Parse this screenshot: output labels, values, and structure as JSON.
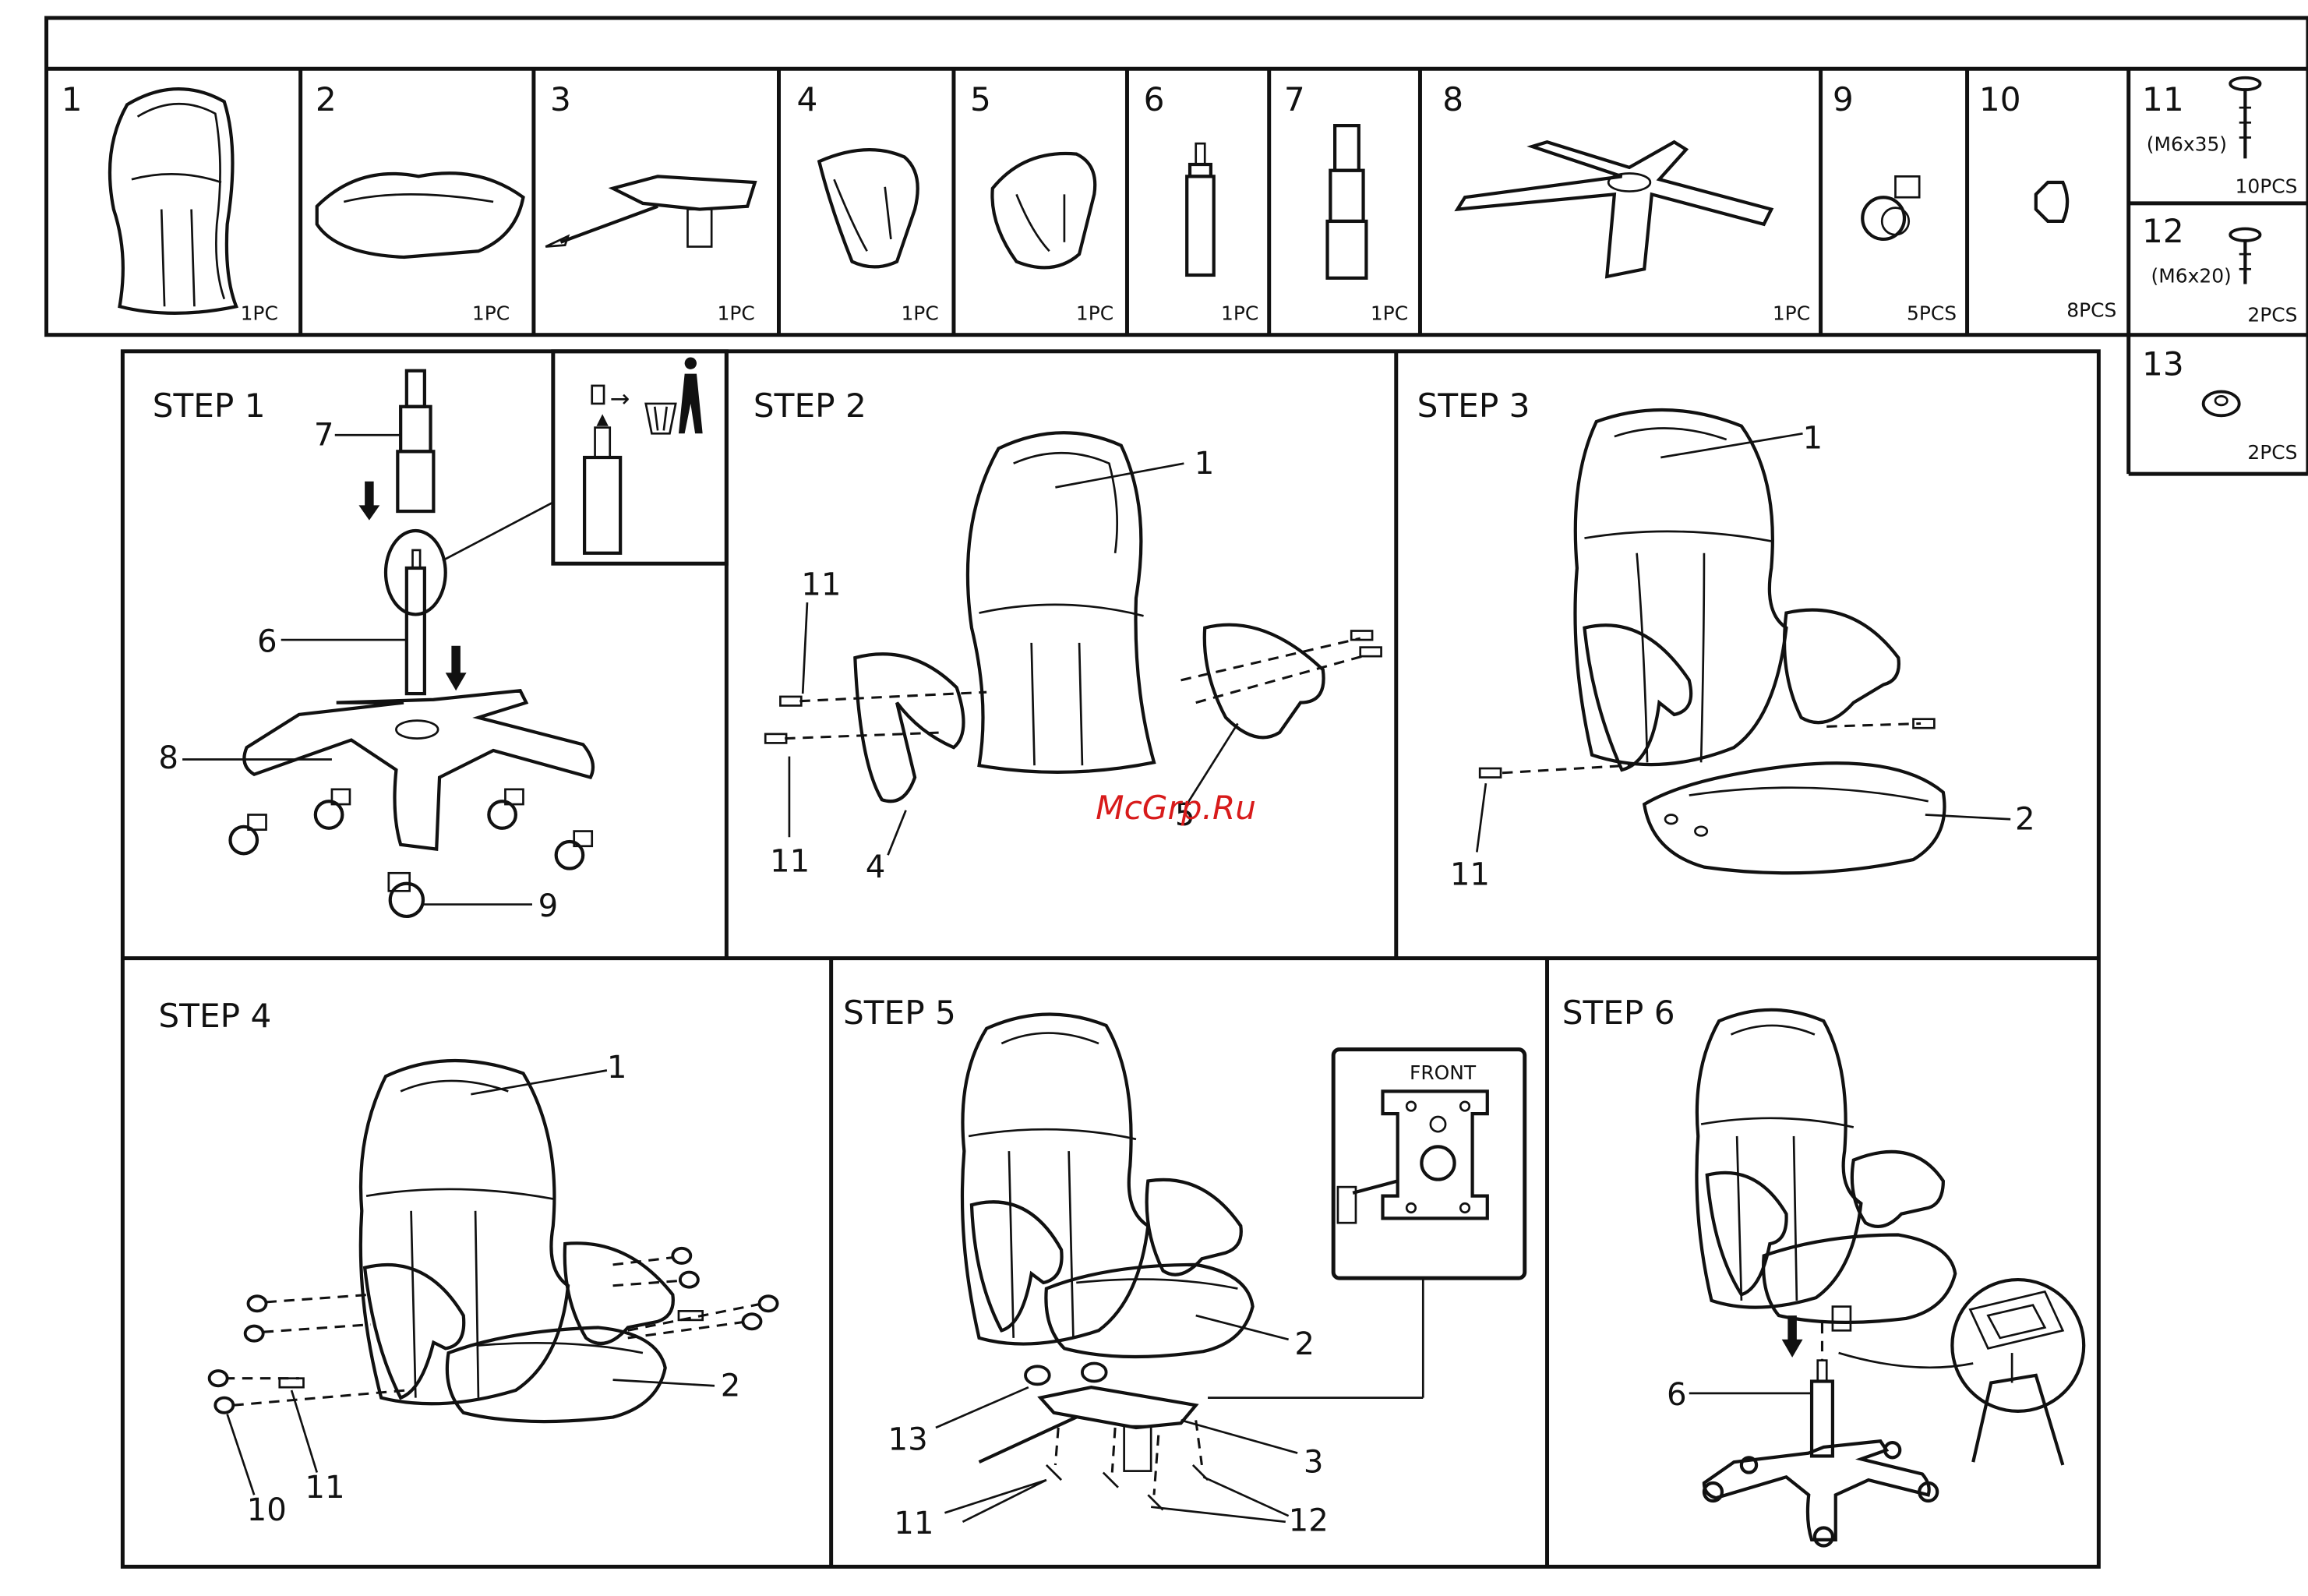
{
  "parts": [
    {
      "number": "1",
      "quantity": "1PC",
      "icon": "backrest-icon"
    },
    {
      "number": "2",
      "quantity": "1PC",
      "icon": "seat-cushion-icon"
    },
    {
      "number": "3",
      "quantity": "1PC",
      "icon": "mechanism-icon"
    },
    {
      "number": "4",
      "quantity": "1PC",
      "icon": "left-armrest-icon"
    },
    {
      "number": "5",
      "quantity": "1PC",
      "icon": "right-armrest-icon"
    },
    {
      "number": "6",
      "quantity": "1PC",
      "icon": "gas-cylinder-small-icon"
    },
    {
      "number": "7",
      "quantity": "1PC",
      "icon": "gas-cylinder-icon"
    },
    {
      "number": "8",
      "quantity": "1PC",
      "icon": "star-base-icon"
    },
    {
      "number": "9",
      "quantity": "5PCS",
      "icon": "caster-icon"
    },
    {
      "number": "10",
      "quantity": "8PCS",
      "icon": "end-cap-icon"
    },
    {
      "number": "11",
      "spec": "(M6x35)",
      "quantity": "10PCS",
      "icon": "bolt-icon"
    },
    {
      "number": "12",
      "spec": "(M6x20)",
      "quantity": "2PCS",
      "icon": "bolt-icon"
    },
    {
      "number": "13",
      "quantity": "2PCS",
      "icon": "washer-icon"
    }
  ],
  "steps": [
    {
      "title": "STEP 1",
      "callouts": [
        "7",
        "6",
        "8",
        "9"
      ]
    },
    {
      "title": "STEP 2",
      "callouts": [
        "1",
        "11",
        "11",
        "4",
        "5"
      ]
    },
    {
      "title": "STEP 3",
      "callouts": [
        "1",
        "2",
        "11"
      ]
    },
    {
      "title": "STEP 4",
      "callouts": [
        "1",
        "2",
        "11",
        "10"
      ]
    },
    {
      "title": "STEP 5",
      "inset_label": "FRONT",
      "callouts": [
        "2",
        "13",
        "3",
        "11",
        "12"
      ]
    },
    {
      "title": "STEP 6",
      "callouts": [
        "6"
      ]
    }
  ],
  "watermark": "McGrp.Ru",
  "colors": {
    "line": "#111111",
    "background": "#ffffff",
    "watermark": "#d81b1b"
  }
}
